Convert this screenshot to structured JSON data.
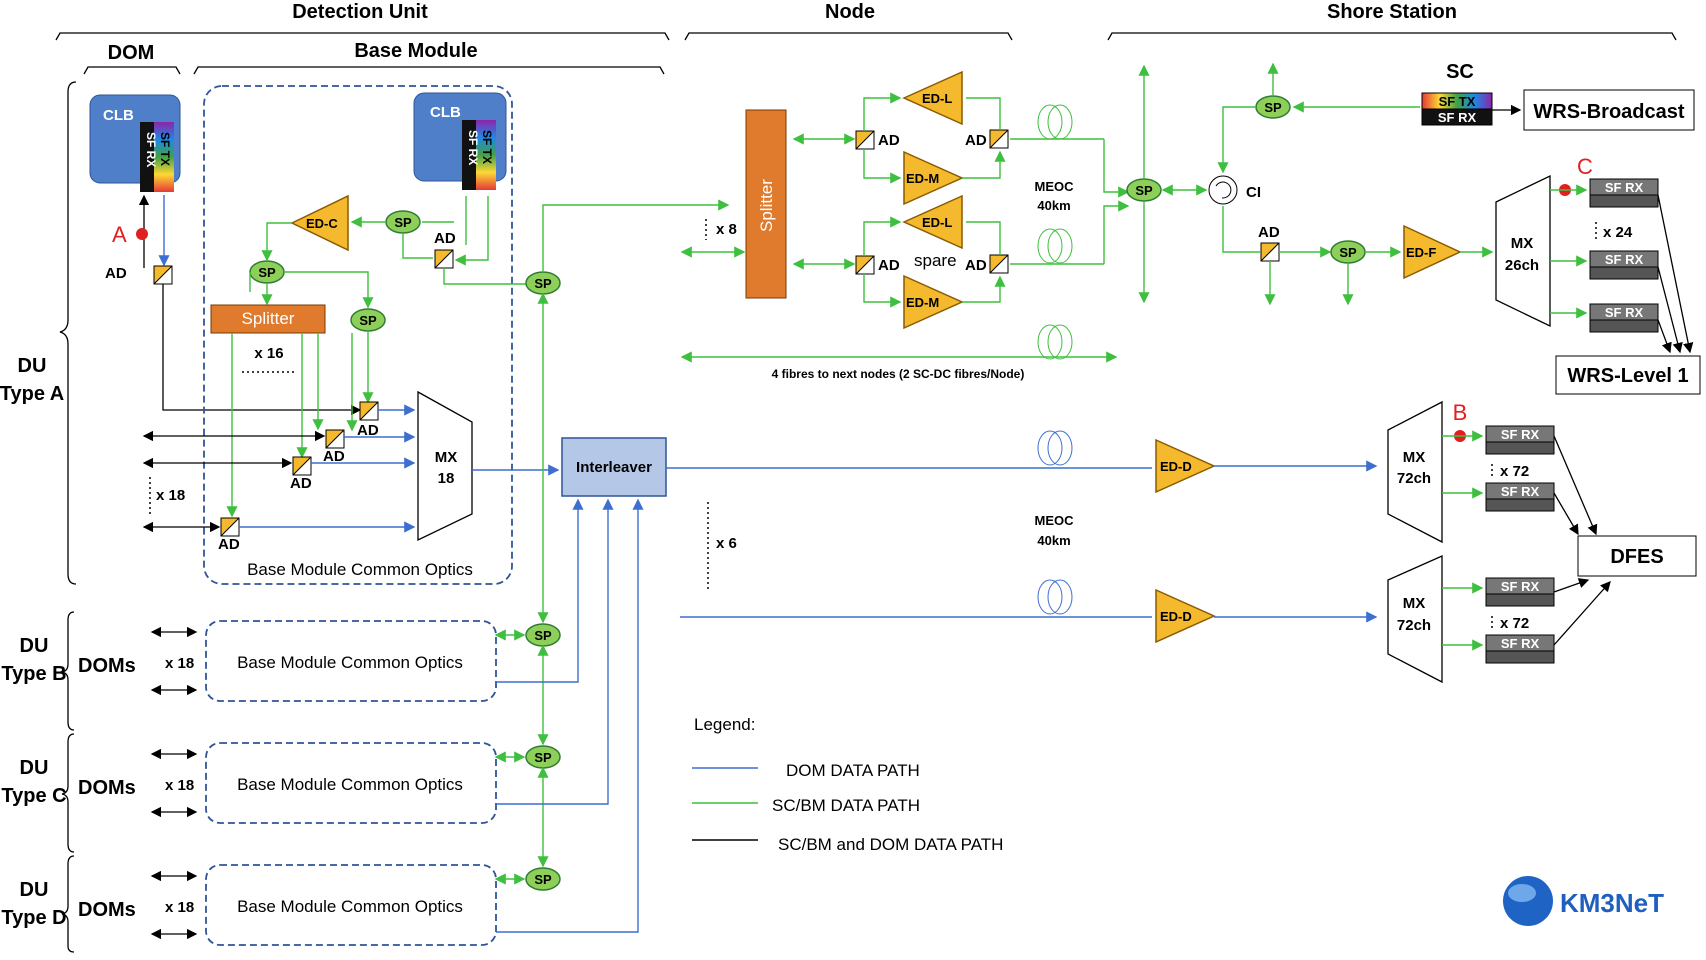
{
  "headers": {
    "detection_unit": "Detection Unit",
    "node": "Node",
    "shore_station": "Shore Station",
    "dom": "DOM",
    "base_module": "Base Module"
  },
  "du_labels": {
    "type_a": [
      "DU",
      "Type A"
    ],
    "type_b": [
      "DU",
      "Type B"
    ],
    "type_c": [
      "DU",
      "Type C"
    ],
    "type_d": [
      "DU",
      "Type D"
    ]
  },
  "dom": {
    "clb": "CLB",
    "sf_tx": "SF TX",
    "sf_rx": "SF RX",
    "point_a": "A",
    "ad": "AD"
  },
  "base_module": {
    "clb": "CLB",
    "sf_tx": "SF TX",
    "sf_rx": "SF RX",
    "ed_c": "ED-C",
    "sp": "SP",
    "ad": "AD",
    "splitter": "Splitter",
    "x16": "x 16",
    "x18": "x 18",
    "mx": "MX",
    "mx_n": "18",
    "common_optics": "Base Module Common Optics"
  },
  "rows": [
    {
      "doms": "DOMs",
      "mult": "x 18",
      "box": "Base Module Common Optics"
    },
    {
      "doms": "DOMs",
      "mult": "x 18",
      "box": "Base Module Common Optics"
    },
    {
      "doms": "DOMs",
      "mult": "x 18",
      "box": "Base Module Common Optics"
    }
  ],
  "interleaver": "Interleaver",
  "sp": "SP",
  "node": {
    "splitter": "Splitter",
    "x8": "x 8",
    "ed_l": "ED-L",
    "ed_m": "ED-M",
    "ad": "AD",
    "spare": "spare",
    "meoc": "MEOC",
    "km": "40km",
    "fibres": "4 fibres to next nodes (2 SC-DC fibres/Node)"
  },
  "middle": {
    "x6": "x 6",
    "meoc": "MEOC",
    "km": "40km",
    "ed_d": "ED-D"
  },
  "shore": {
    "sc": "SC",
    "sf_tx": "SF TX",
    "sf_rx": "SF RX",
    "wrs_broadcast": "WRS-Broadcast",
    "ci": "CI",
    "ad": "AD",
    "ed_f": "ED-F",
    "mx": "MX",
    "mx26": "26ch",
    "mx72": "72ch",
    "x24": "x 24",
    "x72": "x 72",
    "point_b": "B",
    "point_c": "C",
    "wrs_level1": "WRS-Level 1",
    "dfes": "DFES"
  },
  "legend": {
    "title": "Legend:",
    "items": [
      {
        "label": "DOM DATA PATH",
        "color": "#3d6fd1"
      },
      {
        "label": "SC/BM DATA PATH",
        "color": "#3fbf3f"
      },
      {
        "label": "SC/BM and DOM DATA PATH",
        "color": "#000000"
      }
    ]
  },
  "logo": "KM3NeT",
  "colors": {
    "sp": "#8ecf5a",
    "ed": "#f5b92e",
    "splitter": "#e07b2e",
    "clb": "#4f7fc8",
    "interleaver": "#b4c7e7",
    "dom_path": "#3d6fd1",
    "sc_path": "#3fbf3f",
    "marker": "#e02020"
  }
}
